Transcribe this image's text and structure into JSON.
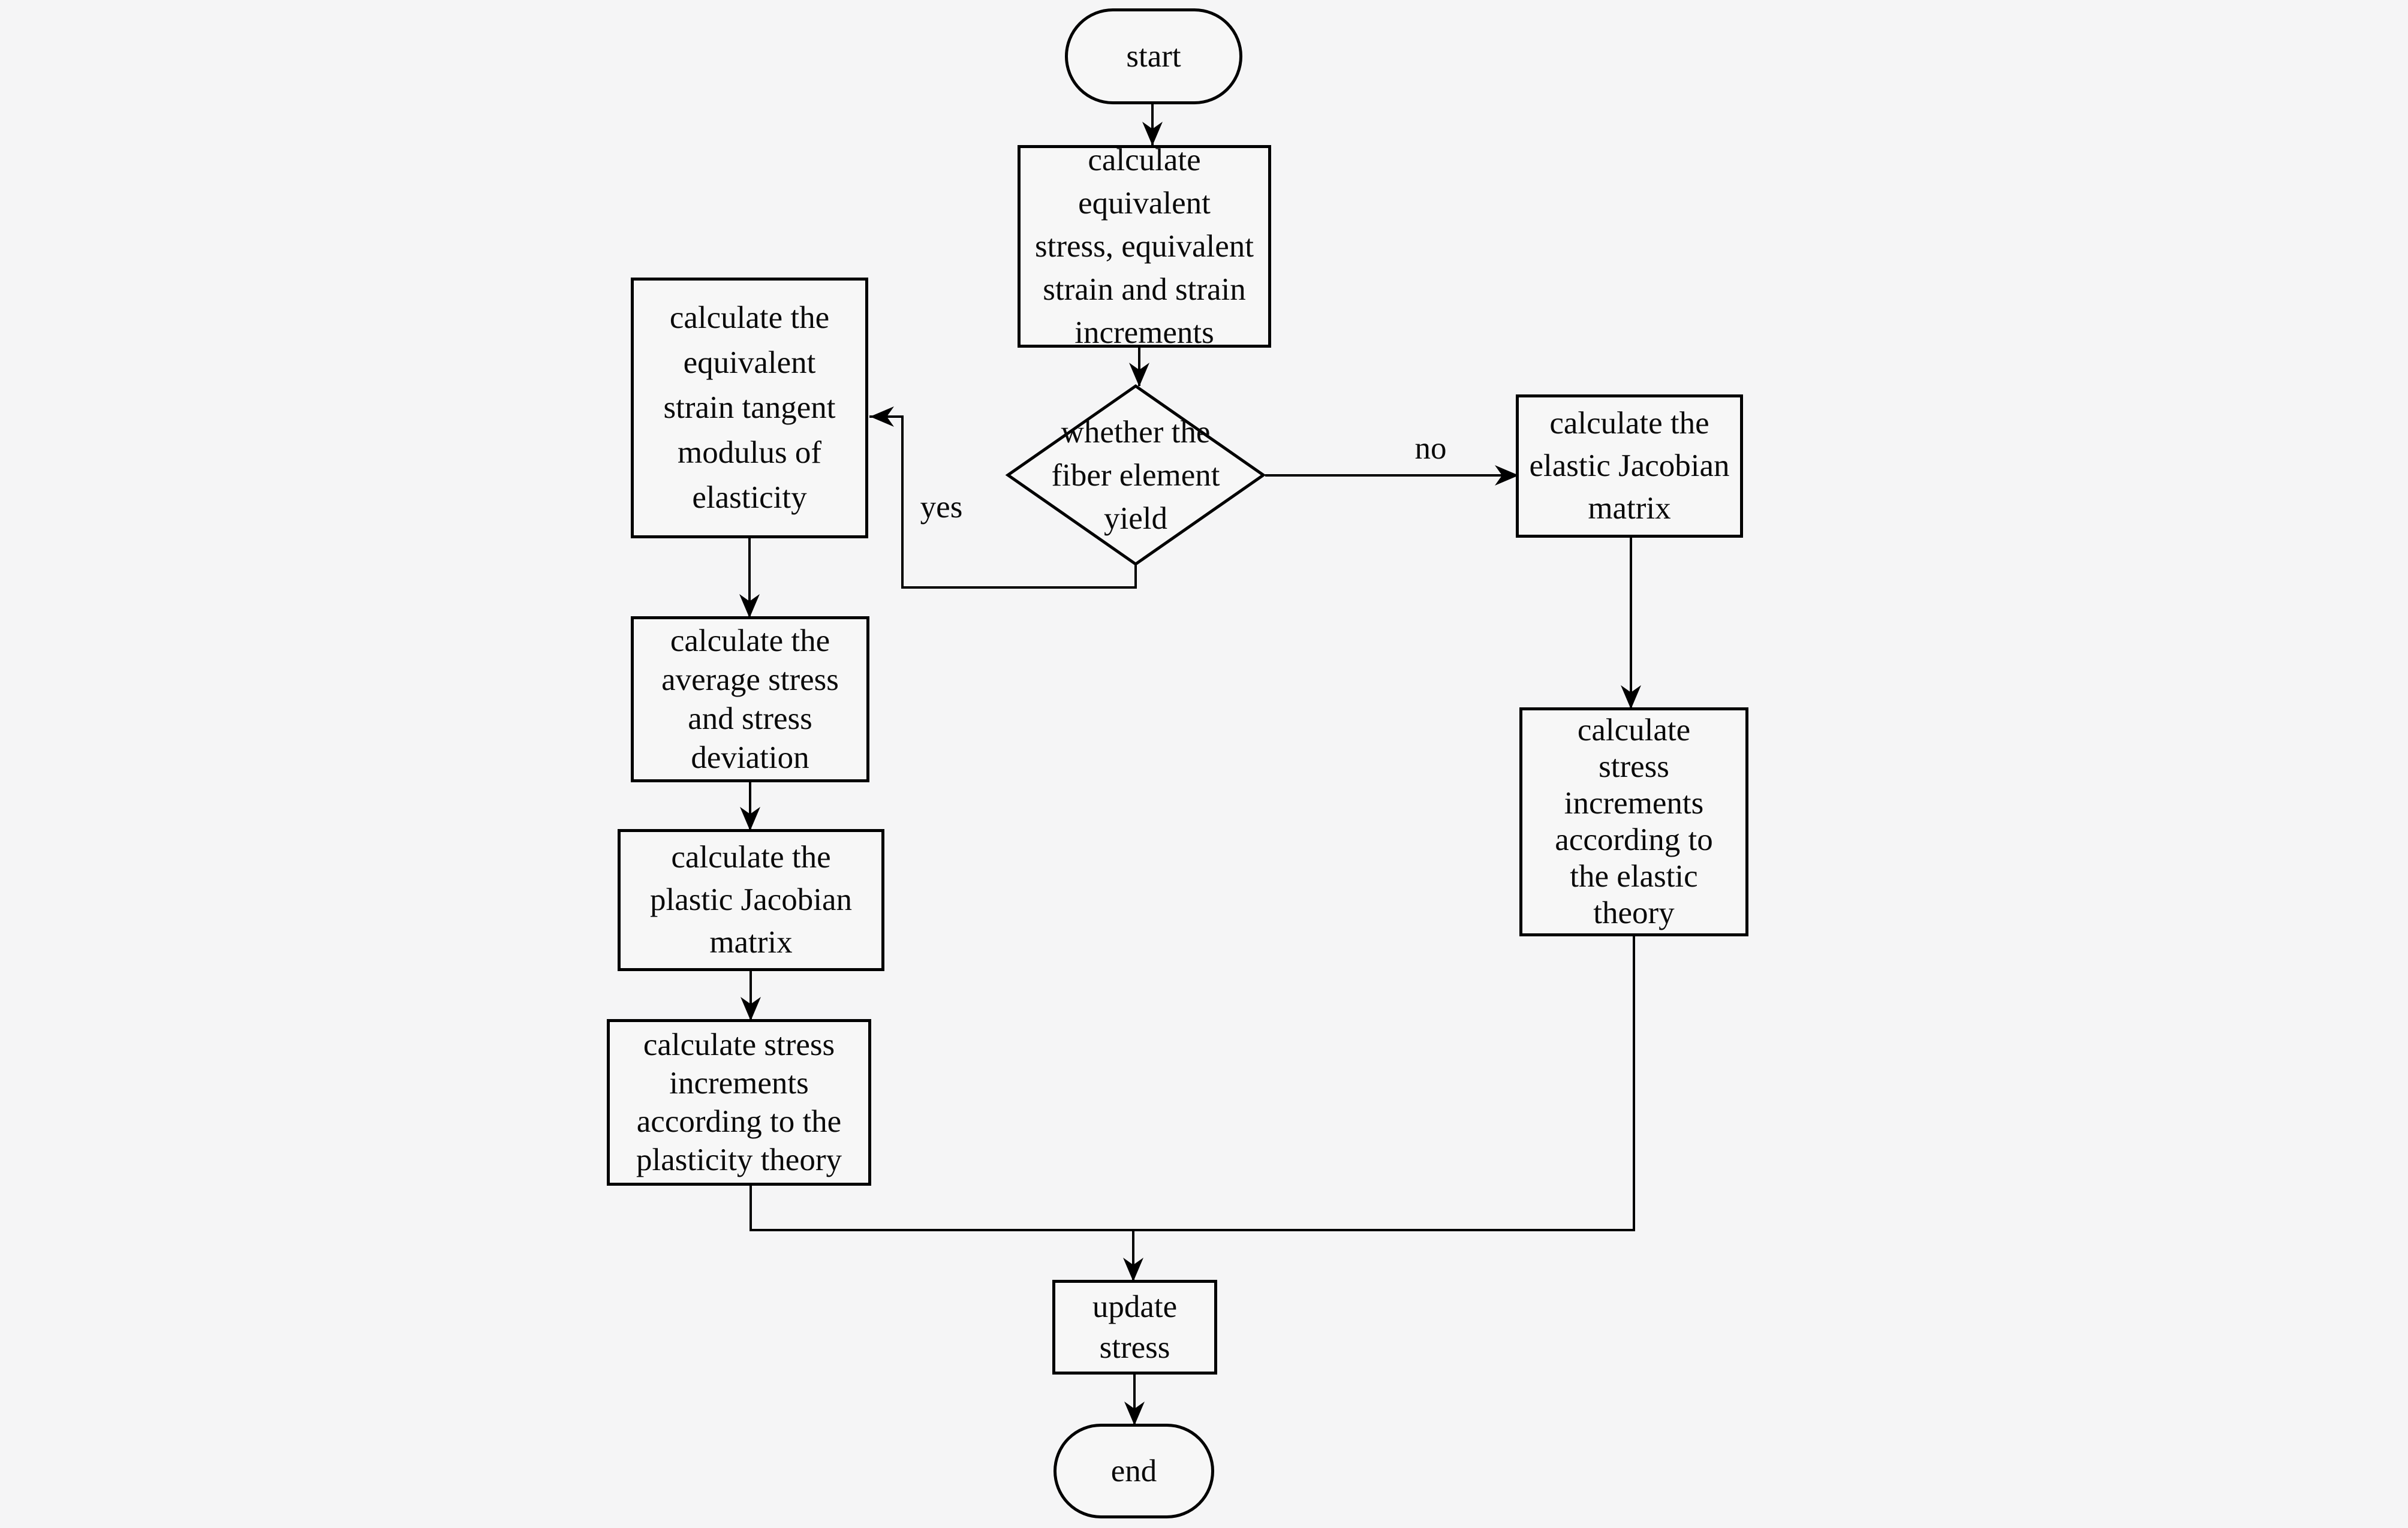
{
  "diagram": {
    "title": "fiber element stress update flowchart",
    "colors": {
      "background": "#f5f5f6",
      "node_fill": "#f7f7f7",
      "stroke": "#000000"
    },
    "nodes": {
      "start": {
        "type": "terminator",
        "label": "start"
      },
      "calc_equivalent": {
        "type": "process",
        "label": "calculate equivalent\nstress, equivalent\nstrain and strain\nincrements"
      },
      "decision_yield": {
        "type": "decision",
        "label": "whether the\nfiber element\nyield"
      },
      "calc_tangent_modulus": {
        "type": "process",
        "label": "calculate the\nequivalent\nstrain tangent\nmodulus of\nelasticity"
      },
      "calc_average_stress": {
        "type": "process",
        "label": "calculate the\naverage stress\nand stress\ndeviation"
      },
      "calc_plastic_jacobian": {
        "type": "process",
        "label": "calculate the\nplastic Jacobian\nmatrix"
      },
      "calc_plastic_increments": {
        "type": "process",
        "label": "calculate stress\nincrements\naccording to the\nplasticity theory"
      },
      "calc_elastic_jacobian": {
        "type": "process",
        "label": "calculate the\nelastic Jacobian\nmatrix"
      },
      "calc_elastic_increments": {
        "type": "process",
        "label": "calculate\nstress\nincrements\naccording to\nthe elastic\ntheory"
      },
      "update_stress": {
        "type": "process",
        "label": "update stress"
      },
      "end": {
        "type": "terminator",
        "label": "end"
      }
    },
    "edge_labels": {
      "yes": "yes",
      "no": "no"
    }
  }
}
